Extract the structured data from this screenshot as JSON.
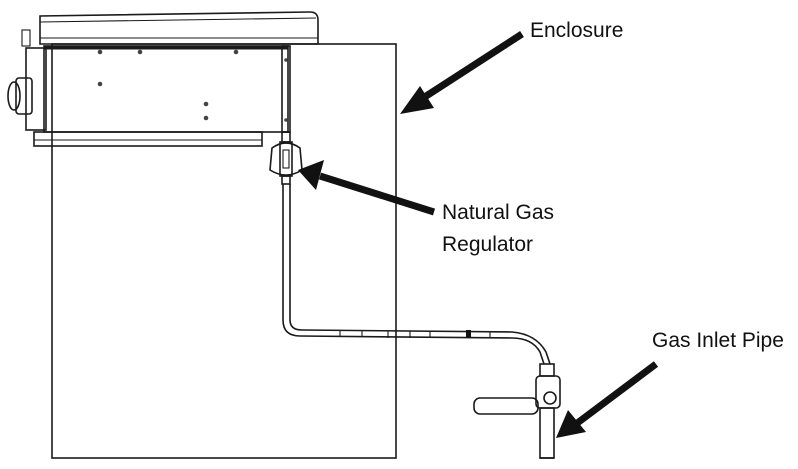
{
  "diagram": {
    "labels": {
      "enclosure": "Enclosure",
      "regulator_line1": "Natural Gas",
      "regulator_line2": "Regulator",
      "inlet_pipe": "Gas Inlet Pipe"
    },
    "colors": {
      "line": "#1a1a1a",
      "arrow": "#111111",
      "background": "#ffffff"
    }
  }
}
